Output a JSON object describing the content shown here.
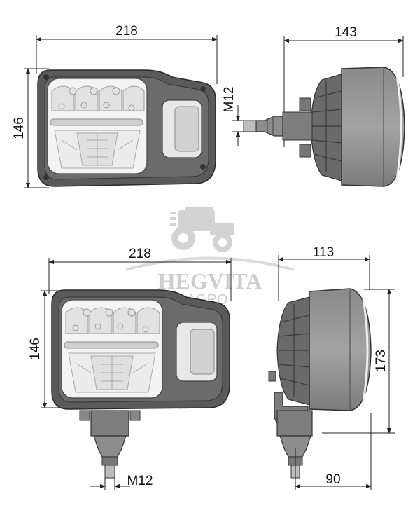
{
  "watermark": {
    "brand": "HEGVITA",
    "sub": "AGRO"
  },
  "view_top_front": {
    "width": "218",
    "height": "146"
  },
  "view_top_side": {
    "depth": "143",
    "thread": "M12"
  },
  "view_bottom_front": {
    "width": "218",
    "height": "146",
    "thread": "M12"
  },
  "view_bottom_side": {
    "depth": "113",
    "height": "173",
    "mount": "90"
  },
  "colors": {
    "housing": "#555555",
    "lens": "#f2f2f2",
    "line": "#222222",
    "watermark": "#c9c9c9"
  }
}
